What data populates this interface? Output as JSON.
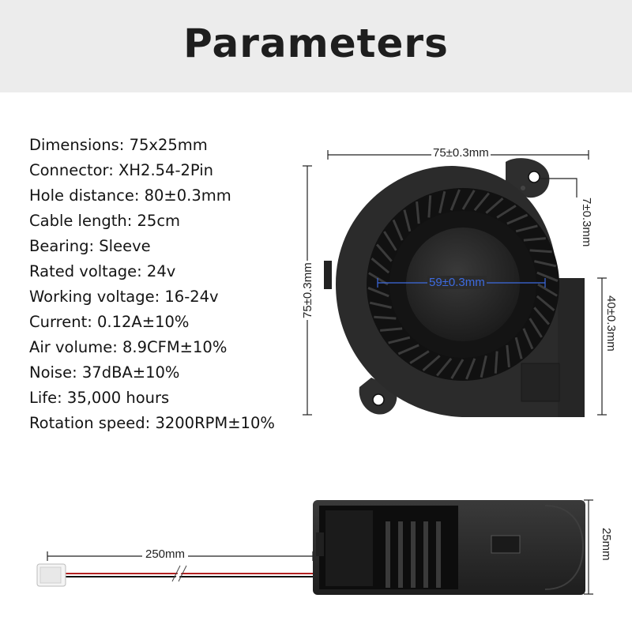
{
  "header": {
    "title": "Parameters"
  },
  "specs": [
    {
      "key": "Dimensions:",
      "value": "75x25mm"
    },
    {
      "key": "Connector:",
      "value": "XH2.54-2Pin"
    },
    {
      "key": "Hole distance:",
      "value": "80±0.3mm"
    },
    {
      "key": "Cable length:",
      "value": "25cm"
    },
    {
      "key": "Bearing:",
      "value": "Sleeve"
    },
    {
      "key": "Rated voltage:",
      "value": "24v"
    },
    {
      "key": "Working voltage:",
      "value": "16-24v"
    },
    {
      "key": "Current:",
      "value": "0.12A±10%"
    },
    {
      "key": "Air volume:",
      "value": "8.9CFM±10%"
    },
    {
      "key": "Noise:",
      "value": "37dBA±10%"
    },
    {
      "key": "Life:",
      "value": "35,000 hours"
    },
    {
      "key": "Rotation speed:",
      "value": "3200RPM±10%"
    }
  ],
  "dimensions": {
    "top_width": "75±0.3mm",
    "hole_offset": "7±0.3mm",
    "left_height": "75±0.3mm",
    "inlet_diameter": "59±0.3mm",
    "outlet_height": "40±0.3mm",
    "cable_length": "250mm",
    "thickness": "25mm"
  },
  "colors": {
    "header_bg": "#ececec",
    "dimension_accent": "#3d6be0",
    "fan_body": "#2b2b2b"
  }
}
